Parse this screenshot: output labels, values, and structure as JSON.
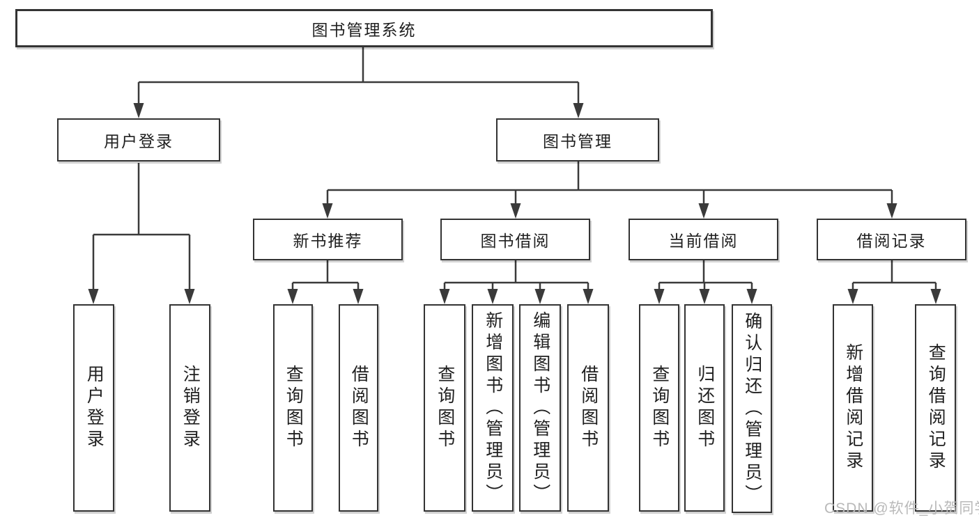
{
  "tree": {
    "label": "图书管理系统",
    "children": [
      {
        "label": "用户登录",
        "children": [
          {
            "label": "用户登录"
          },
          {
            "label": "注销登录"
          }
        ]
      },
      {
        "label": "图书管理",
        "children": [
          {
            "label": "新书推荐",
            "children": [
              {
                "label": "查询图书"
              },
              {
                "label": "借阅图书"
              }
            ]
          },
          {
            "label": "图书借阅",
            "children": [
              {
                "label": "查询图书"
              },
              {
                "label": "新增图书（管理员）"
              },
              {
                "label": "编辑图书（管理员）"
              },
              {
                "label": "借阅图书"
              }
            ]
          },
          {
            "label": "当前借阅",
            "children": [
              {
                "label": "查询图书"
              },
              {
                "label": "归还图书"
              },
              {
                "label": "确认归还（管理员）"
              }
            ]
          },
          {
            "label": "借阅记录",
            "children": [
              {
                "label": "新增借阅记录"
              },
              {
                "label": "查询借阅记录"
              }
            ]
          }
        ]
      }
    ]
  },
  "watermark": {
    "text": "CSDN @软件_小贺同学"
  },
  "colors": {
    "line": "#3a3a3a",
    "box_border": "#333333",
    "text": "#1f1f1f",
    "watermark": "#b9b9b9",
    "background": "#ffffff"
  }
}
